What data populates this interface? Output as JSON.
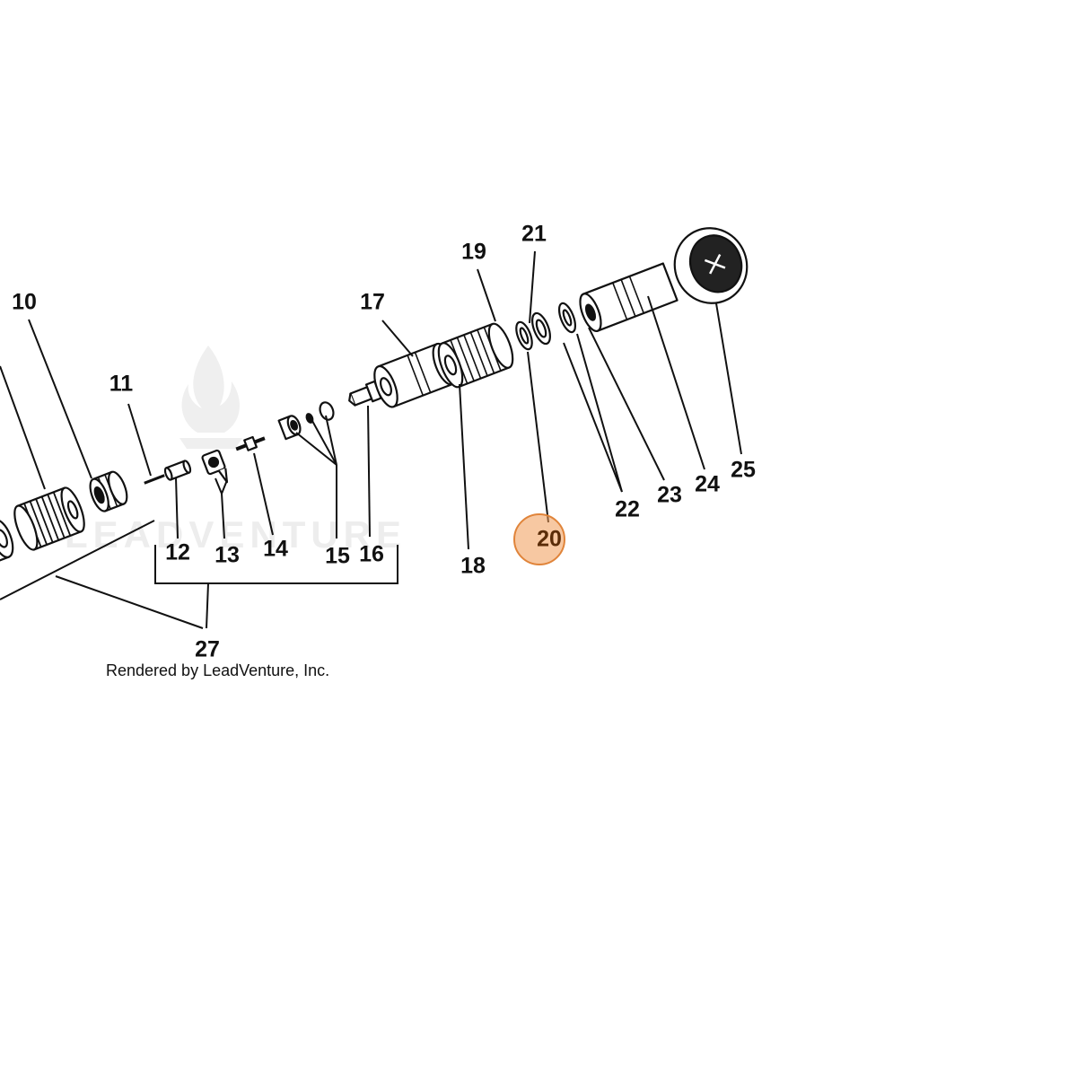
{
  "diagram": {
    "callouts": [
      "10",
      "11",
      "12",
      "13",
      "14",
      "15",
      "16",
      "17",
      "18",
      "19",
      "20",
      "21",
      "22",
      "23",
      "24",
      "25",
      "27"
    ],
    "footer": "Rendered by LeadVenture, Inc.",
    "watermark": "LEADVENTURE"
  },
  "colors": {
    "background": "#ffffff",
    "ink": "#111111",
    "highlight_fill": "#f09b55",
    "highlight_border": "#e0843a",
    "watermark": "#ededed"
  }
}
